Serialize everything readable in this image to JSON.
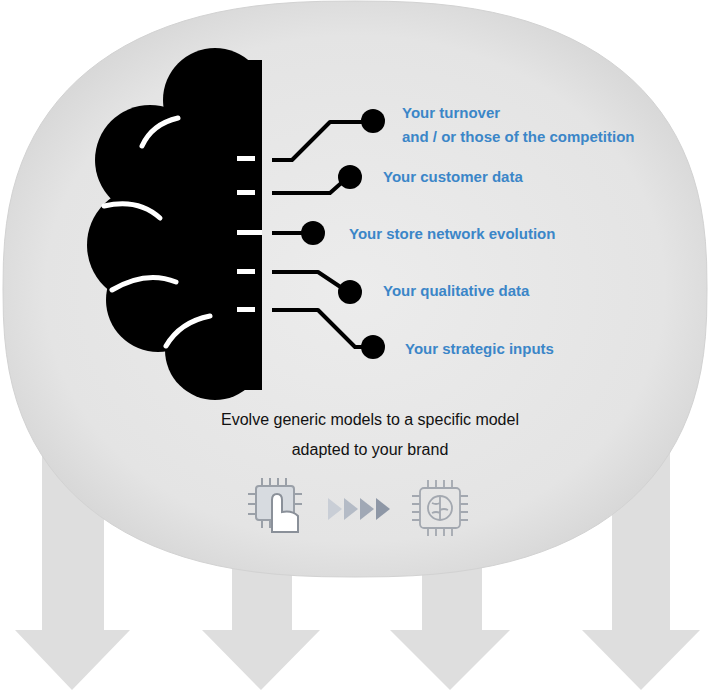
{
  "diagram": {
    "nodes": [
      {
        "text": [
          "Your turnover and / or those of the competition",
          "Your customer data",
          "Your store network evolution",
          "Your qualitative data",
          "Your strategic inputs",
          "Evolve generic models to a specific model adapted to your brand"
        ]
      }
    ]
  }
}
